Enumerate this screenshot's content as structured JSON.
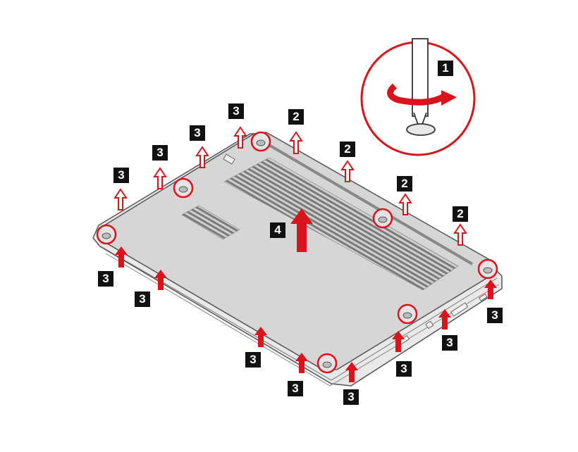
{
  "step_labels": {
    "step1": "1",
    "step2": "2",
    "step3": "3",
    "step4": "4"
  },
  "colors": {
    "accent_red": "#d9141c",
    "label_bg": "#111111",
    "cover_fill": "#d6d6d6",
    "outline": "#555555"
  },
  "icons": [
    "screwdriver-icon",
    "rotation-arrow-icon",
    "pry-arrow-icon",
    "screw-icon",
    "vent-grille"
  ]
}
